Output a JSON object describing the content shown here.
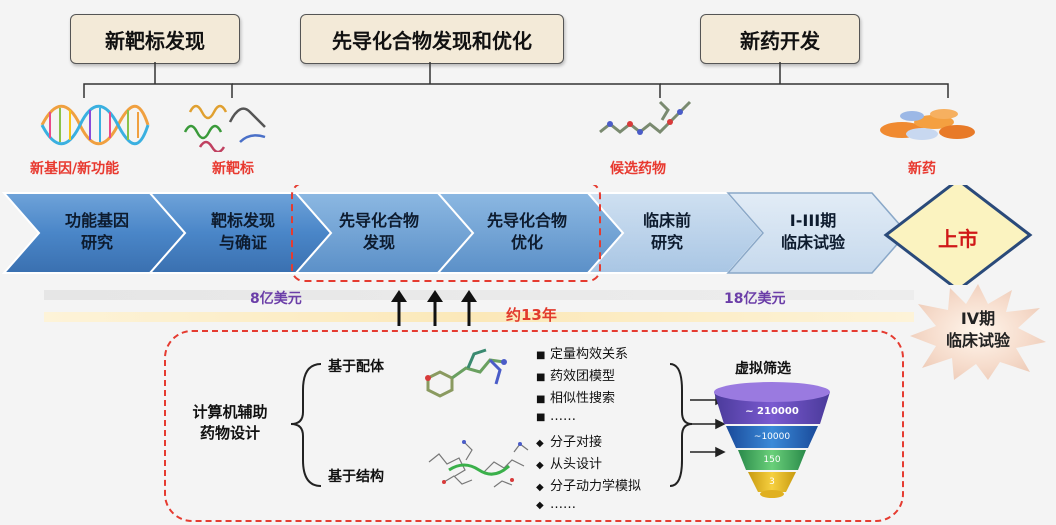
{
  "phases": {
    "target_discovery": "新靶标发现",
    "lead_discovery": "先导化合物发现和优化",
    "new_drug": "新药开发"
  },
  "milestones": {
    "gene": "新基因/新功能",
    "target": "新靶标",
    "candidate": "候选药物",
    "drug": "新药"
  },
  "stages": [
    {
      "line1": "功能基因",
      "line2": "研究"
    },
    {
      "line1": "靶标发现",
      "line2": "与确证"
    },
    {
      "line1": "先导化合物",
      "line2": "发现"
    },
    {
      "line1": "先导化合物",
      "line2": "优化"
    },
    {
      "line1": "临床前",
      "line2": "研究"
    },
    {
      "line1": "I-III期",
      "line2": "临床试验"
    }
  ],
  "market": "上市",
  "phase4": {
    "line1": "IV期",
    "line2": "临床试验"
  },
  "costs": {
    "left": "8亿美元",
    "right": "18亿美元"
  },
  "duration": "约13年",
  "cadd": {
    "title_line1": "计算机辅助",
    "title_line2": "药物设计",
    "ligand": "基于配体",
    "structure": "基于结构",
    "ligand_methods": [
      "定量构效关系",
      "药效团模型",
      "相似性搜索",
      "……"
    ],
    "structure_methods": [
      "分子对接",
      "从头设计",
      "分子动力学模拟",
      "……"
    ],
    "screening_title": "虚拟筛选",
    "funnel": [
      "~ 210000",
      "~10000",
      "150",
      "3"
    ]
  },
  "colors": {
    "stage_dark": "#4a86c8",
    "stage_light": "#b7d0e8",
    "highlight": "#e53b30",
    "market": "#fbf3c0"
  }
}
